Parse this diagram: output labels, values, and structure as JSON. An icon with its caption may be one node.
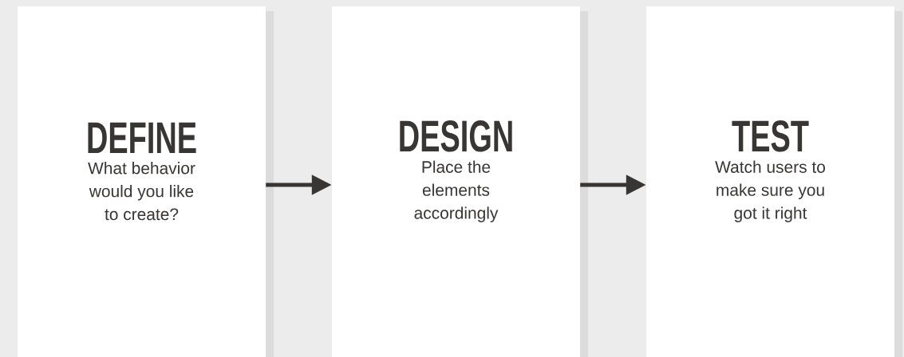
{
  "diagram": {
    "nodes": [
      {
        "text": [
          "DEFINE",
          "What behavior would you like to create?"
        ]
      },
      {
        "text": [
          "DESIGN",
          "Place the elements accordingly"
        ]
      },
      {
        "text": [
          "TEST",
          "Watch users to make sure you got it right"
        ]
      }
    ],
    "edges": [
      {
        "from": 0,
        "to": 1,
        "arrow": "to"
      },
      {
        "from": 1,
        "to": 2,
        "arrow": "to"
      }
    ]
  }
}
